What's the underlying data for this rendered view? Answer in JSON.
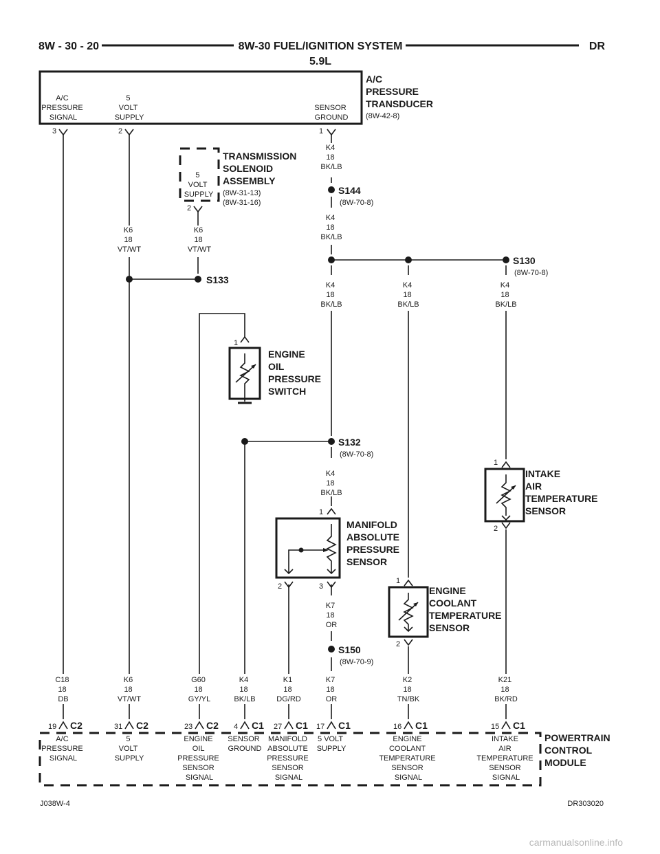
{
  "header": {
    "page_number": "8W - 30 - 20",
    "title": "8W-30 FUEL/IGNITION SYSTEM",
    "subtitle": "5.9L",
    "model": "DR"
  },
  "ac_transducer": {
    "name_lines": [
      "A/C",
      "PRESSURE",
      "TRANSDUCER"
    ],
    "ref": "(8W-42-8)",
    "pin3_label": [
      "A/C",
      "PRESSURE",
      "SIGNAL"
    ],
    "pin2_label": [
      "5",
      "VOLT",
      "SUPPLY"
    ],
    "pin1_label": [
      "SENSOR",
      "GROUND"
    ],
    "pins": [
      "3",
      "2",
      "1"
    ]
  },
  "trans_solenoid": {
    "name_lines": [
      "TRANSMISSION",
      "SOLENOID",
      "ASSEMBLY"
    ],
    "refs": [
      "(8W-31-13)",
      "(8W-31-16)"
    ],
    "pin_label": [
      "5",
      "VOLT",
      "SUPPLY"
    ],
    "pin": "2"
  },
  "splices": {
    "s144": {
      "name": "S144",
      "ref": "(8W-70-8)"
    },
    "s130": {
      "name": "S130",
      "ref": "(8W-70-8)"
    },
    "s133": {
      "name": "S133"
    },
    "s132": {
      "name": "S132",
      "ref": "(8W-70-8)"
    },
    "s150": {
      "name": "S150",
      "ref": "(8W-70-9)"
    }
  },
  "wires": {
    "k4_a": [
      "K4",
      "18",
      "BK/LB"
    ],
    "k4_b": [
      "K4",
      "18",
      "BK/LB"
    ],
    "k6_left": [
      "K6",
      "18",
      "VT/WT"
    ],
    "k6_right": [
      "K6",
      "18",
      "VT/WT"
    ],
    "k4_c": [
      "K4",
      "18",
      "BK/LB"
    ],
    "k4_d": [
      "K4",
      "18",
      "BK/LB"
    ],
    "k4_e": [
      "K4",
      "18",
      "BK/LB"
    ],
    "k4_f": [
      "K4",
      "18",
      "BK/LB"
    ],
    "k7_a": [
      "K7",
      "18",
      "OR"
    ],
    "c18": [
      "C18",
      "18",
      "DB"
    ],
    "k6_b": [
      "K6",
      "18",
      "VT/WT"
    ],
    "g60": [
      "G60",
      "18",
      "GY/YL"
    ],
    "k4_g": [
      "K4",
      "18",
      "BK/LB"
    ],
    "k1": [
      "K1",
      "18",
      "DG/RD"
    ],
    "k7_b": [
      "K7",
      "18",
      "OR"
    ],
    "k2": [
      "K2",
      "18",
      "TN/BK"
    ],
    "k21": [
      "K21",
      "18",
      "BK/RD"
    ]
  },
  "oil_switch": {
    "name_lines": [
      "ENGINE",
      "OIL",
      "PRESSURE",
      "SWITCH"
    ],
    "pin": "1"
  },
  "iat_sensor": {
    "name_lines": [
      "INTAKE",
      "AIR",
      "TEMPERATURE",
      "SENSOR"
    ],
    "pins": [
      "1",
      "2"
    ]
  },
  "map_sensor": {
    "name_lines": [
      "MANIFOLD",
      "ABSOLUTE",
      "PRESSURE",
      "SENSOR"
    ],
    "pins": [
      "1",
      "2",
      "3"
    ]
  },
  "ect_sensor": {
    "name_lines": [
      "ENGINE",
      "COOLANT",
      "TEMPERATURE",
      "SENSOR"
    ],
    "pins": [
      "1",
      "2"
    ]
  },
  "pcm": {
    "name_lines": [
      "POWERTRAIN",
      "CONTROL",
      "MODULE"
    ],
    "pins": [
      {
        "pin": "19",
        "conn": "C2",
        "label": [
          "A/C",
          "PRESSURE",
          "SIGNAL"
        ]
      },
      {
        "pin": "31",
        "conn": "C2",
        "label": [
          "5",
          "VOLT",
          "SUPPLY"
        ]
      },
      {
        "pin": "23",
        "conn": "C2",
        "label": [
          "ENGINE",
          "OIL",
          "PRESSURE",
          "SENSOR",
          "SIGNAL"
        ]
      },
      {
        "pin": "4",
        "conn": "C1",
        "label": [
          "SENSOR",
          "GROUND"
        ]
      },
      {
        "pin": "27",
        "conn": "C1",
        "label": [
          "MANIFOLD",
          "ABSOLUTE",
          "PRESSURE",
          "SENSOR",
          "SIGNAL"
        ]
      },
      {
        "pin": "17",
        "conn": "C1",
        "label": [
          "5 VOLT",
          "SUPPLY"
        ]
      },
      {
        "pin": "16",
        "conn": "C1",
        "label": [
          "ENGINE",
          "COOLANT",
          "TEMPERATURE",
          "SENSOR",
          "SIGNAL"
        ]
      },
      {
        "pin": "15",
        "conn": "C1",
        "label": [
          "INTAKE",
          "AIR",
          "TEMPERATURE",
          "SENSOR",
          "SIGNAL"
        ]
      }
    ]
  },
  "footer": {
    "left_code": "J038W-4",
    "right_code": "DR303020"
  },
  "watermark": "carmanualsonline.info"
}
